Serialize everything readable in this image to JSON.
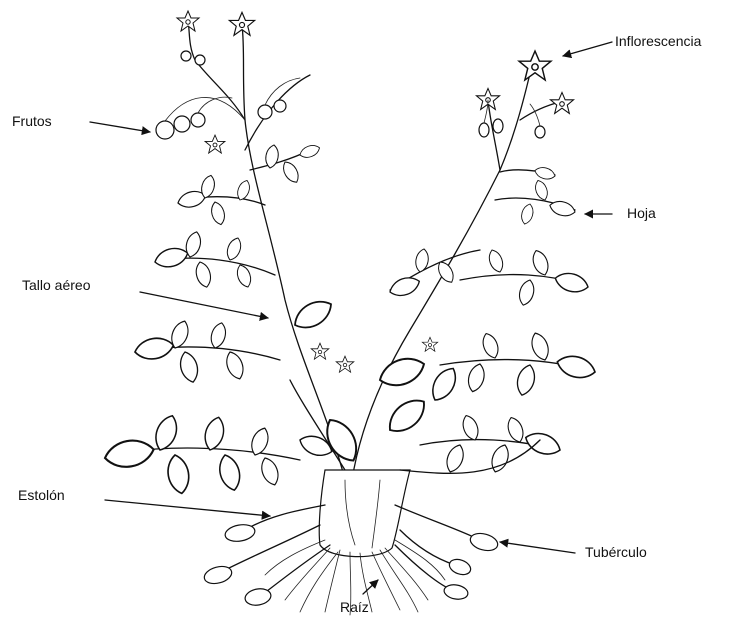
{
  "labels": {
    "inflorescence": "Inflorescencia",
    "fruits": "Frutos",
    "leaf": "Hoja",
    "aerial_stem": "Tallo aéreo",
    "stolon": "Estolón",
    "tuber": "Tubérculo",
    "root": "Raíz"
  },
  "colors": {
    "ink": "#111111",
    "background": "#ffffff"
  }
}
